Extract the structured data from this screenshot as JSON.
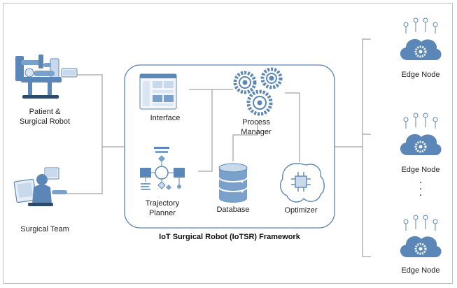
{
  "framework": {
    "title": "IoT Surgical Robot (IoTSR) Framework"
  },
  "left": {
    "patient_robot": {
      "line1": "Patient &",
      "line2": "Surgical Robot"
    },
    "surgical_team": "Surgical Team"
  },
  "center": {
    "interface": "Interface",
    "process_manager": {
      "line1": "Process",
      "line2": "Manager"
    },
    "trajectory_planner": {
      "line1": "Trajectory",
      "line2": "Planner"
    },
    "database": "Database",
    "optimizer": "Optimizer"
  },
  "edge_nodes": [
    {
      "label": "Edge Node"
    },
    {
      "label": "Edge Node"
    },
    {
      "label": "Edge Node"
    }
  ],
  "ellipsis": ".\n.\n.",
  "colors": {
    "accent": "#5b87b8",
    "light": "#c9d9ec",
    "line": "#8c8c8c",
    "dark": "#2e4a6b"
  }
}
